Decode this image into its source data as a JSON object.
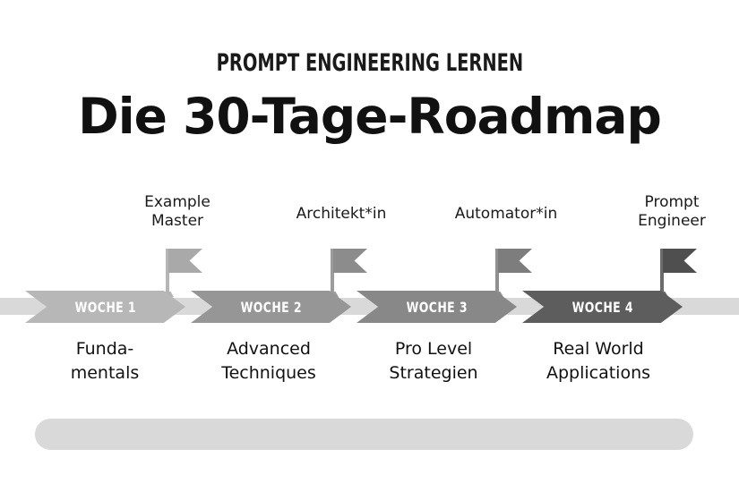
{
  "header": {
    "kicker": "PROMPT ENGINEERING LERNEN",
    "title": "Die 30-Tage-Roadmap"
  },
  "colors": {
    "background": "#ffffff",
    "track": "#d9d9d9",
    "footer_bar": "#d9d9d9",
    "heading_text": "#1a1a1a",
    "week_label_text": "#ffffff"
  },
  "weeks": [
    {
      "week_label": "WOCHE 1",
      "milestone": "Example\nMaster",
      "description": "Funda-\nmentals",
      "chevron_color": "#b7b7b7",
      "flag_color": "#a9a9a9",
      "pole_color": "#b5b5b5"
    },
    {
      "week_label": "WOCHE 2",
      "milestone": "Architekt*in",
      "description": "Advanced\nTechniques",
      "chevron_color": "#969696",
      "flag_color": "#8c8c8c",
      "pole_color": "#9c9c9c"
    },
    {
      "week_label": "WOCHE 3",
      "milestone": "Automator*in",
      "description": "Pro Level\nStrategien",
      "chevron_color": "#888888",
      "flag_color": "#7d7d7d",
      "pole_color": "#909090"
    },
    {
      "week_label": "WOCHE 4",
      "milestone": "Prompt\nEngineer",
      "description": "Real World\nApplications",
      "chevron_color": "#5d5d5d",
      "flag_color": "#4f4f4f",
      "pole_color": "#6b6b6b"
    }
  ]
}
